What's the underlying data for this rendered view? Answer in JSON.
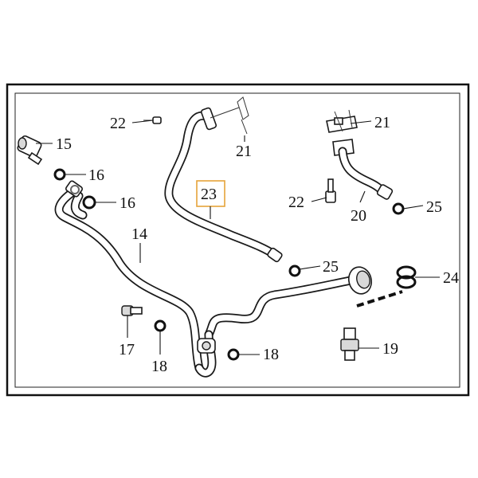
{
  "callouts": {
    "c15": "15",
    "c16a": "16",
    "c16b": "16",
    "c14": "14",
    "c17": "17",
    "c18a": "18",
    "c18b": "18",
    "c22a": "22",
    "c21a": "21",
    "c23": "23",
    "c25a": "25",
    "c21b": "21",
    "c22b": "22",
    "c20": "20",
    "c25b": "25",
    "c24": "24",
    "c19": "19"
  },
  "colors": {
    "highlight_box": "#e6a33a",
    "line": "#1a1a1a"
  }
}
